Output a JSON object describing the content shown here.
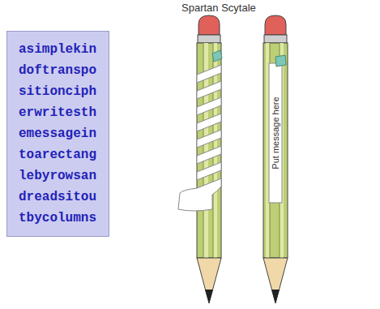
{
  "diagram": {
    "title": "Spartan Scytale",
    "nodes": [
      {
        "text": [
          "asimplekin",
          "doftranspo",
          "sitionciph",
          "erwritesth",
          "emessagein",
          "toarectang",
          "lebyrowsan",
          "dreadsitou",
          "tbycolumns"
        ]
      }
    ],
    "labels": [
      "Put message here"
    ]
  }
}
